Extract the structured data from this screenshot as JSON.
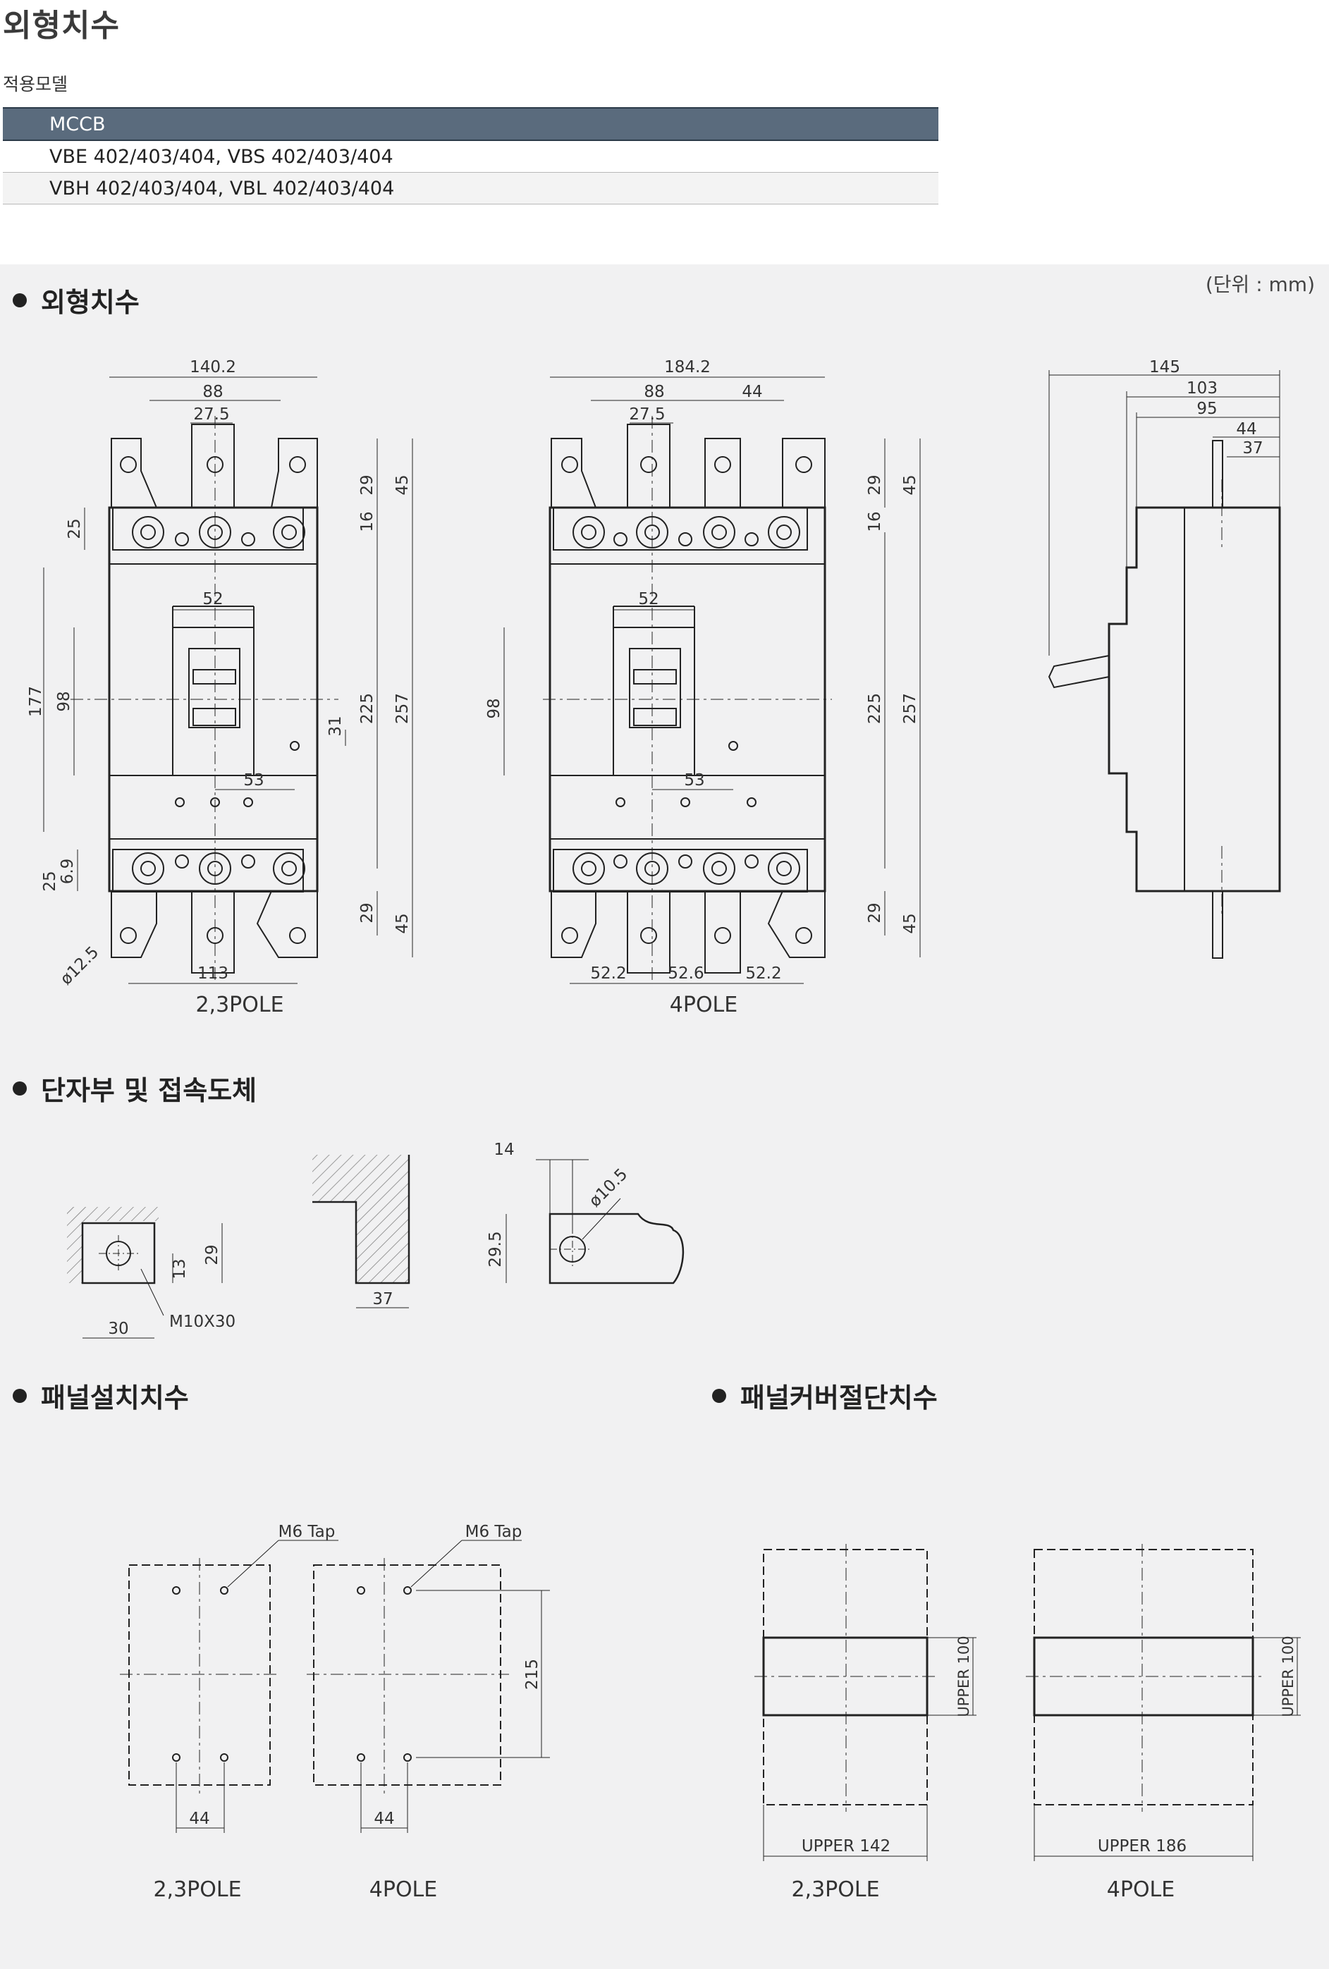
{
  "page_title": "외형치수",
  "model_section_label": "적용모델",
  "model_table": {
    "header": "MCCB",
    "rows": [
      "VBE 402/403/404,  VBS 402/403/404",
      "VBH 402/403/404,  VBL 402/403/404"
    ]
  },
  "unit_note": "(단위 : mm)",
  "sections": {
    "dimensions": "외형치수",
    "terminal": "단자부 및 접속도체",
    "panel_install": "패널설치치수",
    "panel_cover": "패널커버절단치수"
  },
  "drawing_3pole": {
    "caption": "2,3POLE",
    "dims": {
      "w_overall": "140.2",
      "w_88": "88",
      "w_27_5": "27.5",
      "w_52": "52",
      "w_53": "53",
      "w_113": "113",
      "h_29_top": "29",
      "h_45_top": "45",
      "h_16": "16",
      "h_25_top": "25",
      "h_177": "177",
      "h_98": "98",
      "h_31": "31",
      "h_225": "225",
      "h_257": "257",
      "h_25_bot": "25",
      "h_6_9": "6.9",
      "h_29_bot": "29",
      "h_45_bot": "45",
      "dia": "ø12.5"
    }
  },
  "drawing_4pole": {
    "caption": "4POLE",
    "dims": {
      "w_overall": "184.2",
      "w_88": "88",
      "w_44": "44",
      "w_27_5": "27.5",
      "w_52": "52",
      "w_53": "53",
      "w_52_2a": "52.2",
      "w_52_6": "52.6",
      "w_52_2b": "52.2",
      "h_29_top": "29",
      "h_45_top": "45",
      "h_16": "16",
      "h_98": "98",
      "h_225": "225",
      "h_257": "257",
      "h_29_bot": "29",
      "h_45_bot": "45"
    }
  },
  "drawing_side": {
    "dims": {
      "d_145": "145",
      "d_103": "103",
      "d_95": "95",
      "d_44": "44",
      "d_37": "37"
    }
  },
  "terminal_details": {
    "d_13": "13",
    "d_29": "29",
    "d_30": "30",
    "bolt": "M10X30",
    "d_37": "37",
    "d_14": "14",
    "dia": "ø10.5",
    "d_29_5": "29.5"
  },
  "panel_install": {
    "tap_left": "M6 Tap",
    "tap_right": "M6 Tap",
    "d_44_left": "44",
    "d_44_right": "44",
    "d_215": "215",
    "caption_left": "2,3POLE",
    "caption_right": "4POLE"
  },
  "panel_cover": {
    "upper_142": "UPPER 142",
    "upper_186": "UPPER 186",
    "upper_100_left": "UPPER 100",
    "upper_100_right": "UPPER 100",
    "caption_left": "2,3POLE",
    "caption_right": "4POLE"
  }
}
